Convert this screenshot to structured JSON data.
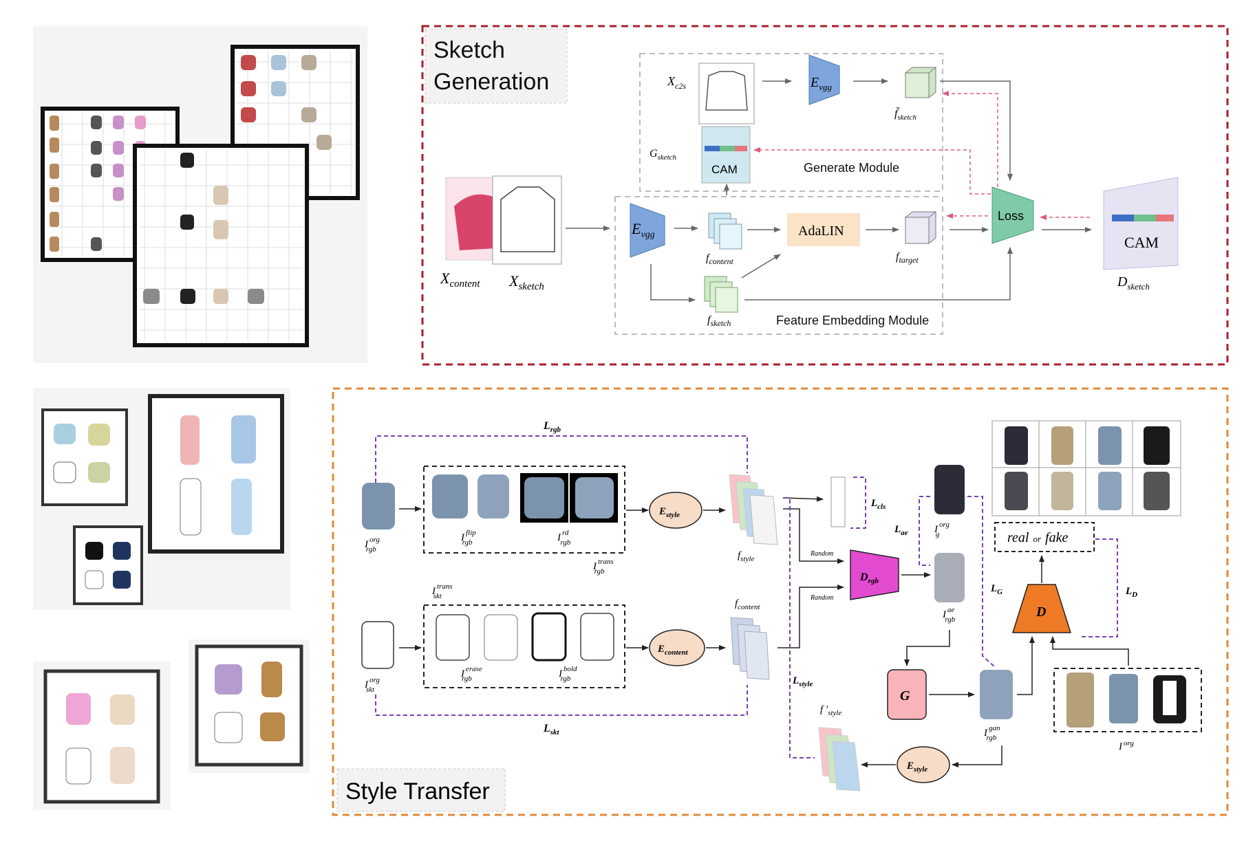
{
  "top_panel": {
    "title_line1": "Sketch",
    "title_line2": "Generation",
    "labels": {
      "x_c2s": "X",
      "x_c2s_sub": "c2s",
      "e_vgg": "E",
      "vgg_sub": "vgg",
      "f_sketch_tilde": "f̃",
      "sketch_sub": "sketch",
      "g_sketch": "G",
      "cam": "CAM",
      "generate_module": "Generate Module",
      "adalin": "AdaLIN",
      "f_content": "f",
      "content_sub": "content",
      "f_target": "f",
      "target_sub": "target",
      "f_sketch": "f",
      "feature_module": "Feature Embedding Module",
      "loss": "Loss",
      "x_content": "X",
      "x_sketch": "X",
      "d_sketch": "D"
    }
  },
  "bottom_panel": {
    "title": "Style Transfer",
    "labels": {
      "l_rgb": "L",
      "l_rgb_sub": "rgb",
      "l_skt": "L",
      "l_skt_sub": "skt",
      "l_cls": "L",
      "l_cls_sub": "cls",
      "l_ae": "L",
      "l_ae_sub": "ae",
      "l_g": "L",
      "l_g_sub": "G",
      "l_d": "L",
      "l_d_sub": "D",
      "l_style": "L",
      "l_style_sub": "style",
      "i": "I",
      "org": "org",
      "rgb": "rgb",
      "skt": "skt",
      "flip": "flip",
      "rd": "rd",
      "trans": "trans",
      "erase": "erase",
      "bold": "bold",
      "ae": "ae",
      "gan": "gan",
      "g": "g",
      "e_style": "E",
      "style_sub": "style",
      "e_content": "E",
      "content_sub": "content",
      "f_style": "f",
      "f_style_prime": "f ′",
      "f_content": "f",
      "random": "Random",
      "d_rgb": "D",
      "g_block": "G",
      "d_block": "D",
      "real": "real",
      "or": "or",
      "fake": "fake"
    }
  },
  "colors": {
    "sketch_border": "#a8202a",
    "style_border": "#e08a3a",
    "vgg_blue": "#7fa6dc",
    "loss_green": "#7fcba8",
    "adalin_bg": "#fbe3c8",
    "drgb_magenta": "#e24ad0",
    "d_orange": "#ee7a26",
    "g_pink": "#f8b4b8",
    "estyle_bg": "#f7dcc8",
    "purple_dash": "#7a3fae",
    "pink_dash": "#e05a7a"
  }
}
